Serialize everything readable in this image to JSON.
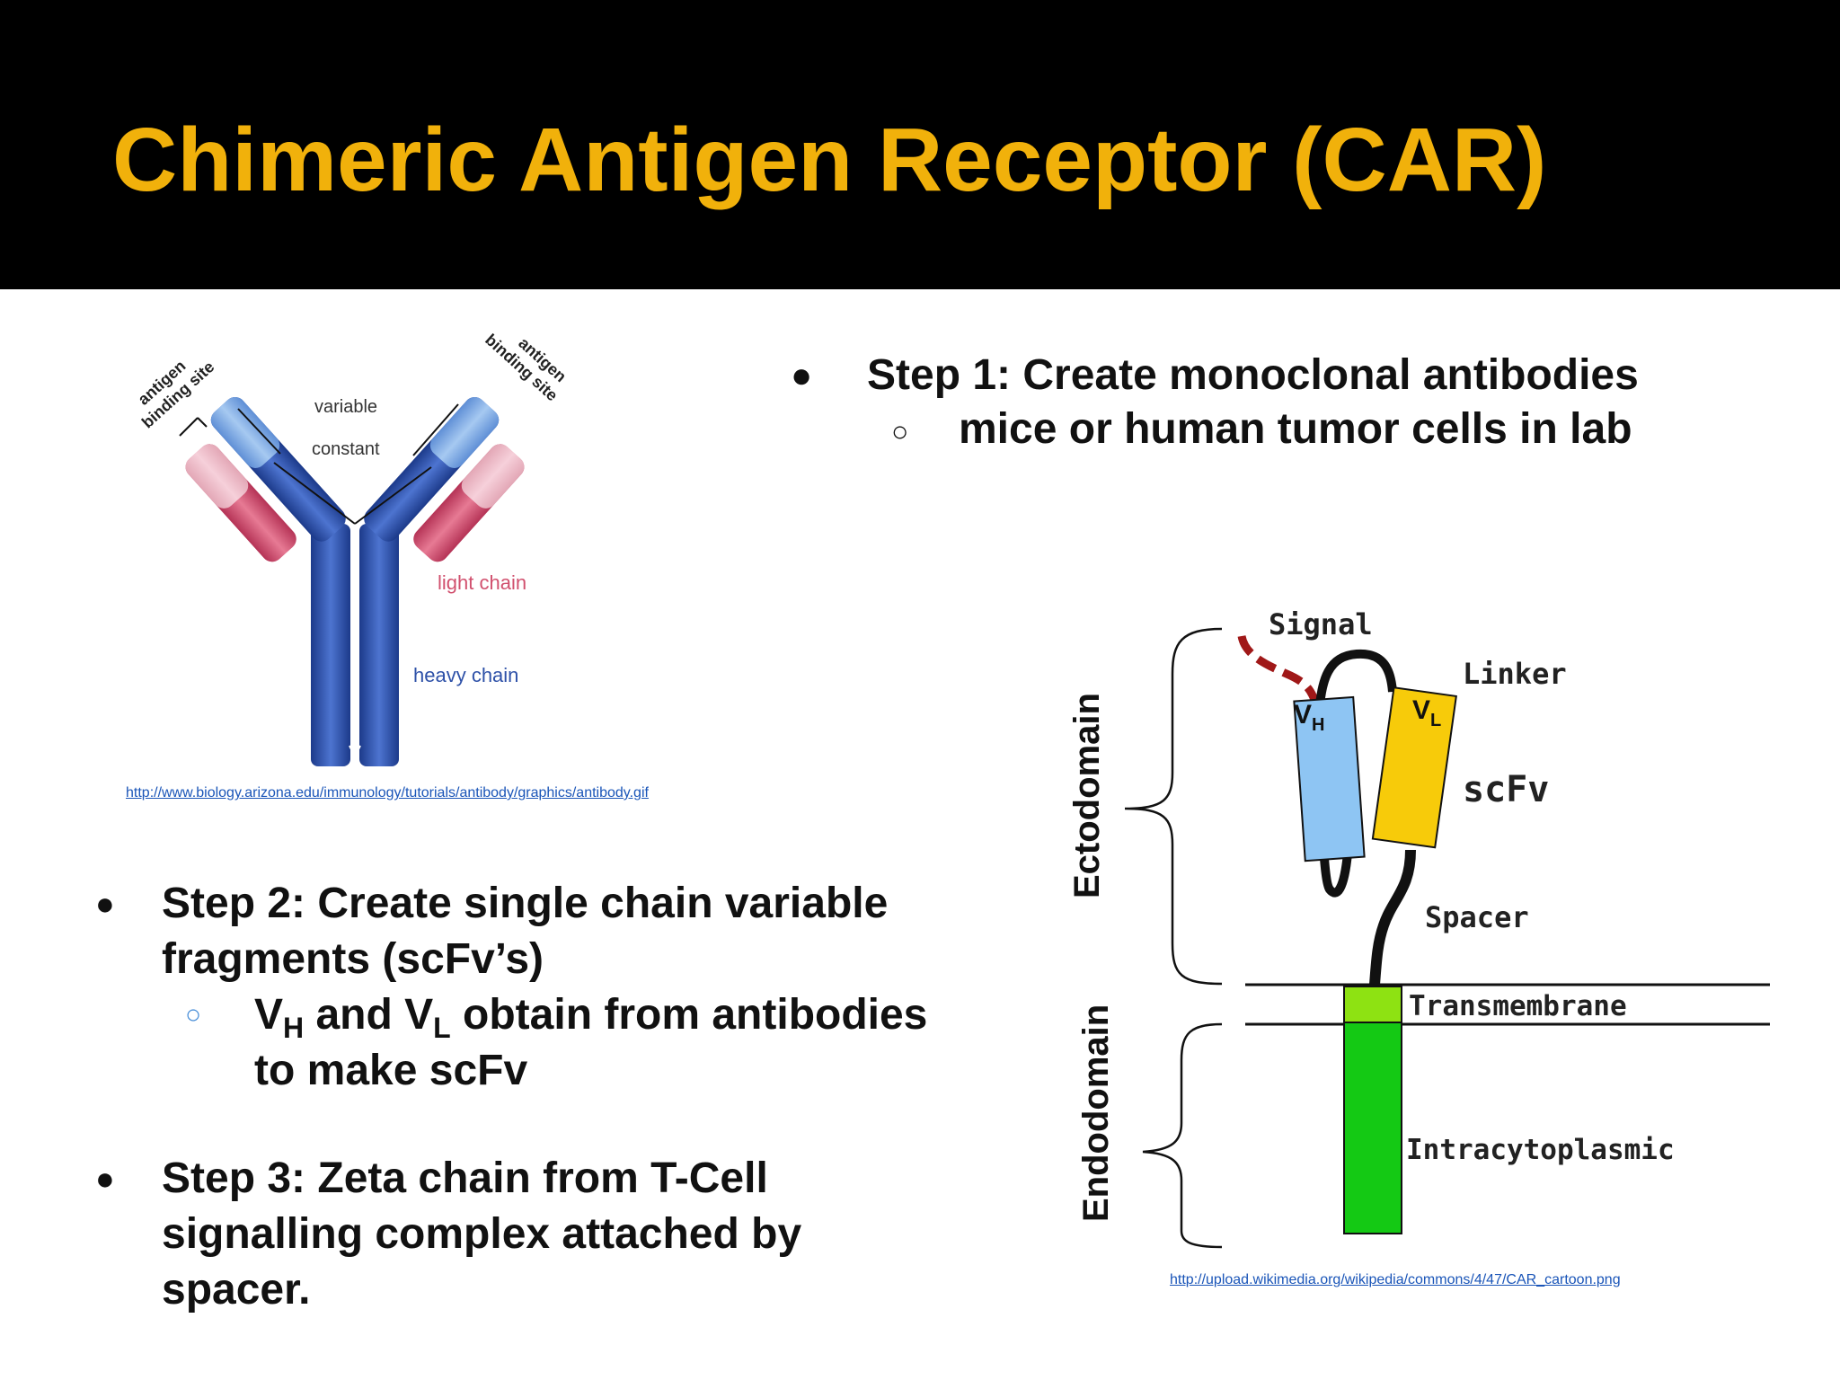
{
  "title": "Chimeric Antigen Receptor (CAR)",
  "colors": {
    "header_bg": "#000000",
    "title": "#f1b10b",
    "link": "#1a55b8",
    "heavy_chain": "#2e51a8",
    "light_chain": "#d1506e",
    "vh": "#8ec5f3",
    "vl": "#f7cb0a",
    "transmembrane": "#8ee212",
    "intracytoplasmic": "#14c914",
    "signal": "#a01818"
  },
  "step1": {
    "bullet": "●",
    "text": "Step 1: Create monoclonal antibodies",
    "sub_bullet": "○",
    "sub_text": "mice or human tumor cells in lab"
  },
  "step2": {
    "bullet": "●",
    "line1": "Step 2: Create single chain variable",
    "line2": "fragments (scFv’s)",
    "sub_bullet": "○",
    "sub": {
      "v1": "V",
      "s1": "H",
      "mid": " and V",
      "s2": "L",
      "end": " obtain from antibodies",
      "line2": "to make scFv"
    }
  },
  "step3": {
    "bullet": "●",
    "line1": "Step 3: Zeta chain from T-Cell",
    "line2": "signalling complex attached by",
    "line3": "spacer."
  },
  "antibody_diagram": {
    "left_site": [
      "antigen",
      "binding site"
    ],
    "right_site": [
      "antigen",
      "binding site"
    ],
    "variable": "variable",
    "constant": "constant",
    "light_chain": "light chain",
    "heavy_chain": "heavy chain",
    "source": "http://www.biology.arizona.edu/immunology/tutorials/antibody/graphics/antibody.gif"
  },
  "car_diagram": {
    "signal": "Signal",
    "linker": "Linker",
    "vh_main": "V",
    "vh_sub": "H",
    "vl_main": "V",
    "vl_sub": "L",
    "scfv": "scFv",
    "spacer": "Spacer",
    "transmembrane": "Transmembrane",
    "intracytoplasmic": "Intracytoplasmic",
    "ectodomain": "Ectodomain",
    "endodomain": "Endodomain",
    "source": "http://upload.wikimedia.org/wikipedia/commons/4/47/CAR_cartoon.png"
  }
}
